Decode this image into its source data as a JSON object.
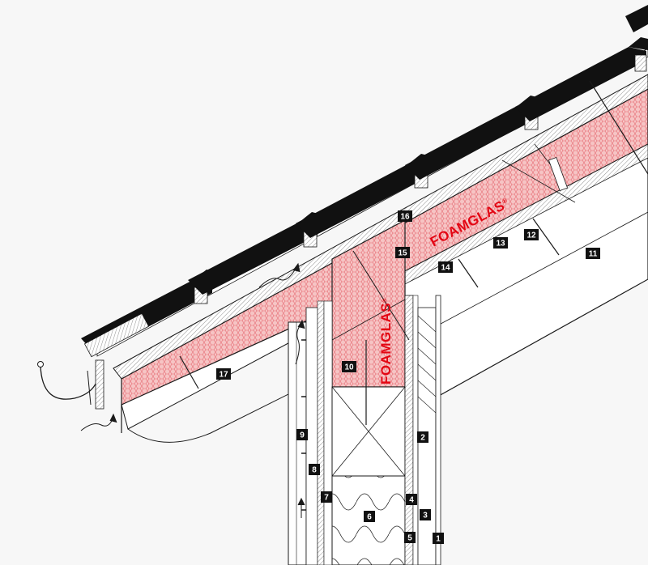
{
  "diagram": {
    "brand_text": "FOAMGLAS",
    "brand_mark": "®",
    "callouts": [
      "1",
      "2",
      "3",
      "4",
      "5",
      "6",
      "7",
      "8",
      "9",
      "10",
      "11",
      "12",
      "13",
      "14",
      "15",
      "16",
      "17"
    ],
    "colors": {
      "background": "#f7f7f7",
      "line": "#1a1a1a",
      "insulation_fill": "#f4b8b8",
      "insulation_hatch": "#e8515a",
      "brand": "#e30613",
      "callout_box": "#111111",
      "callout_text": "#ffffff"
    },
    "icons": [
      "airflow-arrow-icon",
      "gutter-hook-icon",
      "screw-icon"
    ]
  }
}
